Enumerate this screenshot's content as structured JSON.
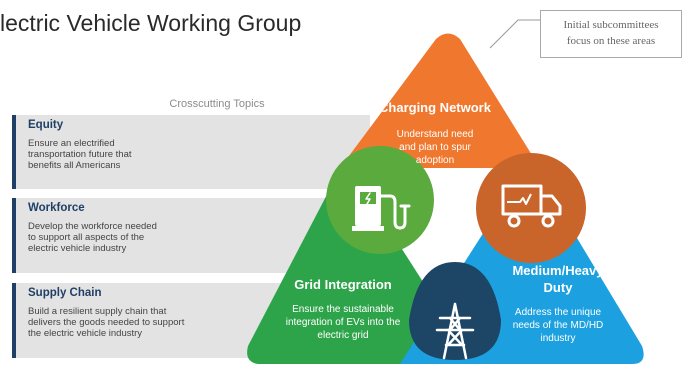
{
  "title": "lectric Vehicle Working Group",
  "callout": {
    "line1": "Initial subcommittees",
    "line2": "focus on these areas"
  },
  "crosscutting": {
    "heading": "Crosscutting Topics",
    "items": [
      {
        "title": "Equity",
        "desc": [
          "Ensure an electrified",
          "transportation future that",
          "benefits all Americans"
        ]
      },
      {
        "title": "Workforce",
        "desc": [
          "Develop the workforce needed",
          "to support all aspects of the",
          "electric vehicle industry"
        ]
      },
      {
        "title": "Supply Chain",
        "desc": [
          "Build a resilient supply chain that",
          "delivers the goods needed to support",
          "the electric vehicle industry"
        ]
      }
    ]
  },
  "focus_areas": {
    "charging": {
      "title": "Charging Network",
      "desc": [
        "Understand need",
        "and plan to spur",
        "adoption"
      ]
    },
    "grid": {
      "title": "Grid Integration",
      "desc": [
        "Ensure the sustainable",
        "integration of EVs into the",
        "electric grid"
      ]
    },
    "mdhd": {
      "title_lines": [
        "Medium/Heavy",
        "Duty"
      ],
      "desc": [
        "Address the unique",
        "needs of the MD/HD",
        "industry"
      ]
    }
  },
  "icons": {
    "charger": "ev-charger-icon",
    "truck": "electric-truck-icon",
    "tower": "transmission-tower-icon"
  },
  "colors": {
    "orange": "#f0782e",
    "green": "#2ea44a",
    "blue": "#1ca0df",
    "green_dark": "#5aaa3e",
    "orange_dark": "#c9652b",
    "navy": "#1d4566",
    "accent": "#1f3f66"
  }
}
